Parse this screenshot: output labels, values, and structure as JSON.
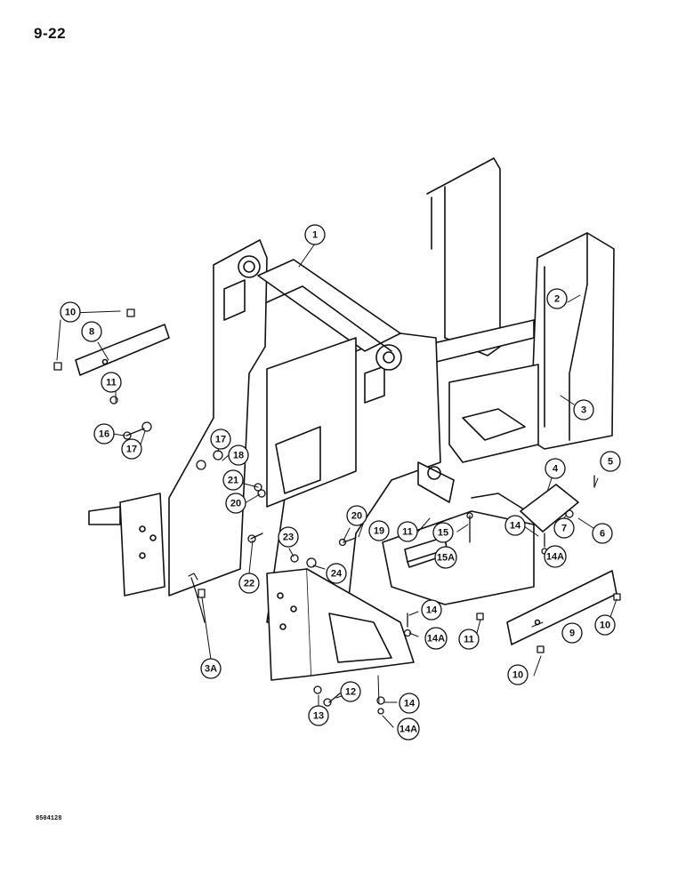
{
  "page": {
    "number": "9-22",
    "drawing_code": "8504128"
  },
  "callouts": [
    {
      "id": "c1",
      "label": "1"
    },
    {
      "id": "c2",
      "label": "2"
    },
    {
      "id": "c3",
      "label": "3"
    },
    {
      "id": "c3a",
      "label": "3A"
    },
    {
      "id": "c4",
      "label": "4"
    },
    {
      "id": "c5",
      "label": "5"
    },
    {
      "id": "c6",
      "label": "6"
    },
    {
      "id": "c7",
      "label": "7"
    },
    {
      "id": "c8",
      "label": "8"
    },
    {
      "id": "c9",
      "label": "9"
    },
    {
      "id": "c10a",
      "label": "10"
    },
    {
      "id": "c10b",
      "label": "10"
    },
    {
      "id": "c10c",
      "label": "10"
    },
    {
      "id": "c11a",
      "label": "11"
    },
    {
      "id": "c11b",
      "label": "11"
    },
    {
      "id": "c11c",
      "label": "11"
    },
    {
      "id": "c12",
      "label": "12"
    },
    {
      "id": "c13",
      "label": "13"
    },
    {
      "id": "c14a",
      "label": "14"
    },
    {
      "id": "c14b",
      "label": "14"
    },
    {
      "id": "c14c",
      "label": "14"
    },
    {
      "id": "c14Aa",
      "label": "14A"
    },
    {
      "id": "c14Ab",
      "label": "14A"
    },
    {
      "id": "c14Ac",
      "label": "14A"
    },
    {
      "id": "c15",
      "label": "15"
    },
    {
      "id": "c15A",
      "label": "15A"
    },
    {
      "id": "c16",
      "label": "16"
    },
    {
      "id": "c17a",
      "label": "17"
    },
    {
      "id": "c17b",
      "label": "17"
    },
    {
      "id": "c18",
      "label": "18"
    },
    {
      "id": "c19",
      "label": "19"
    },
    {
      "id": "c20a",
      "label": "20"
    },
    {
      "id": "c20b",
      "label": "20"
    },
    {
      "id": "c21",
      "label": "21"
    },
    {
      "id": "c22",
      "label": "22"
    },
    {
      "id": "c23",
      "label": "23"
    },
    {
      "id": "c24",
      "label": "24"
    }
  ]
}
